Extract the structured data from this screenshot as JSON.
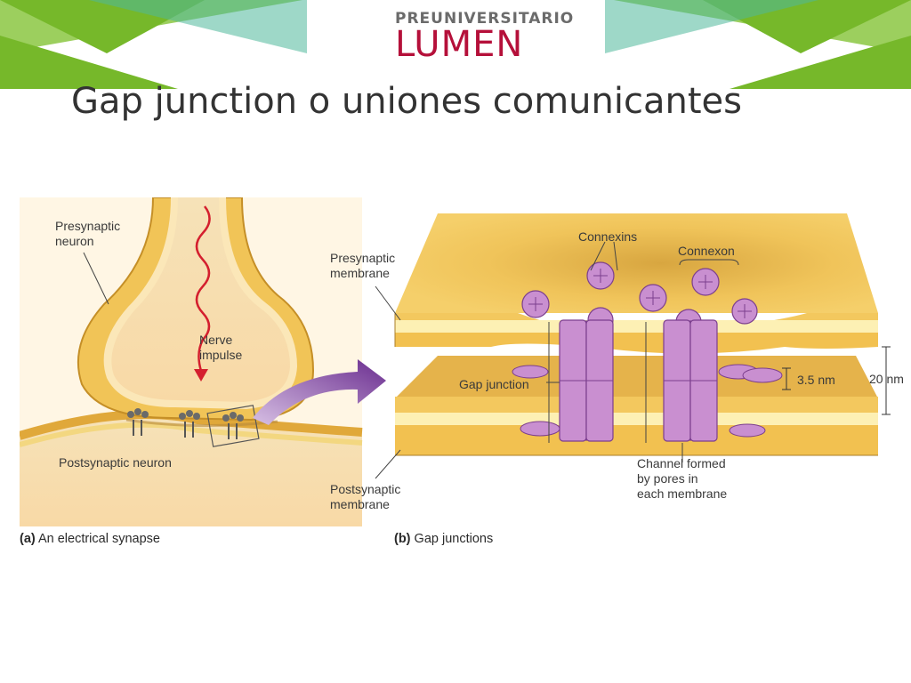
{
  "slide": {
    "logo": {
      "line1": "PREUNIVERSITARIO",
      "line2": "LUMEN"
    },
    "title": "Gap junction o uniones comunicantes",
    "colors": {
      "green_dark": "#76b82a",
      "green_light": "#9ccf5e",
      "teal": "#4fb89a",
      "logo_red": "#b5103a",
      "membrane": "#f2c55a",
      "cytoplasm": "#f8ddb0",
      "connexin": "#c98fd0"
    }
  },
  "figure": {
    "panel_a": {
      "labels": {
        "presynaptic_neuron": "Presynaptic\nneuron",
        "nerve_impulse": "Nerve\nimpulse",
        "postsynaptic_neuron": "Postsynaptic neuron"
      },
      "caption_letter": "(a)",
      "caption_text": " An electrical synapse"
    },
    "panel_b": {
      "labels": {
        "presynaptic_membrane": "Presynaptic\nmembrane",
        "connexins": "Connexins",
        "connexon": "Connexon",
        "gap_junction": "Gap junction",
        "gap_width": "3.5 nm",
        "total_width": "20 nm",
        "channel": "Channel formed\nby pores in\neach membrane",
        "postsynaptic_membrane": "Postsynaptic\nmembrane"
      },
      "caption_letter": "(b)",
      "caption_text": " Gap junctions"
    }
  }
}
